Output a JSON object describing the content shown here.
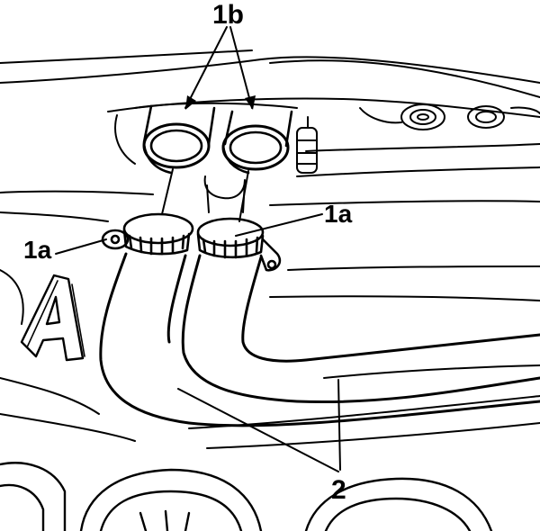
{
  "labels": {
    "label_1b": "1b",
    "label_1a_left": "1a",
    "label_1a_right": "1a",
    "label_2": "2"
  },
  "embossed_letter": "A",
  "colors": {
    "ink": "#000000",
    "paper": "#ffffff"
  }
}
